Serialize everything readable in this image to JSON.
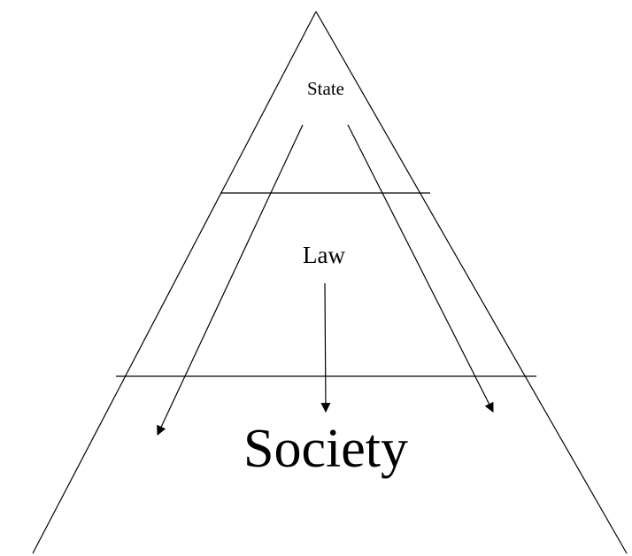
{
  "diagram": {
    "levels": {
      "top": "State",
      "middle": "Law",
      "bottom": "Society"
    },
    "colors": {
      "stroke": "#000000",
      "background": "#ffffff"
    }
  }
}
